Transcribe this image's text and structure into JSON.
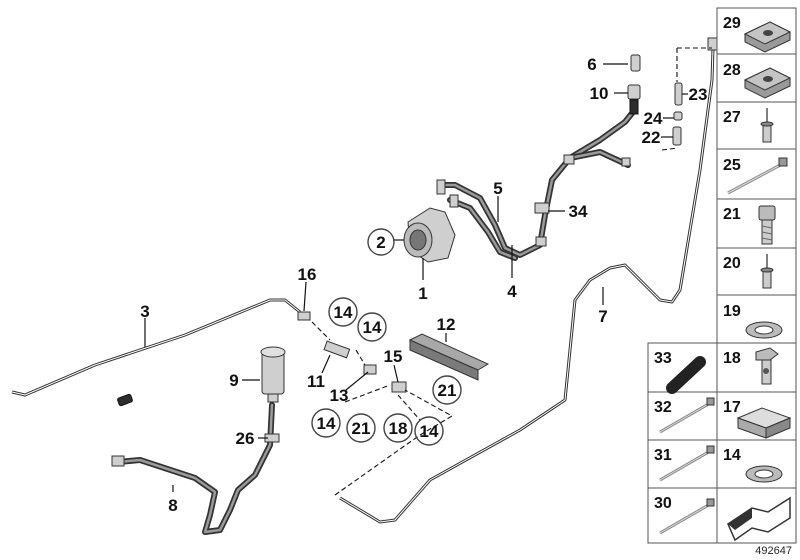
{
  "labels": {
    "p1": "1",
    "p2": "2",
    "p3": "3",
    "p4": "4",
    "p5": "5",
    "p6": "6",
    "p7": "7",
    "p8": "8",
    "p9": "9",
    "p10": "10",
    "p11": "11",
    "p12": "12",
    "p13": "13",
    "p14a": "14",
    "p14b": "14",
    "p14c": "14",
    "p14d": "14",
    "p15": "15",
    "p16": "16",
    "p18": "18",
    "p21a": "21",
    "p21b": "21",
    "p22": "22",
    "p23": "23",
    "p24": "24",
    "p26": "26",
    "p34": "34"
  },
  "table": {
    "c29": "29",
    "c28": "28",
    "c27": "27",
    "c25": "25",
    "c21": "21",
    "c20": "20",
    "c19": "19",
    "c33": "33",
    "c18": "18",
    "c32": "32",
    "c17": "17",
    "c31": "31",
    "c14": "14",
    "c30": "30"
  },
  "footer": {
    "doc_id": "492647"
  }
}
